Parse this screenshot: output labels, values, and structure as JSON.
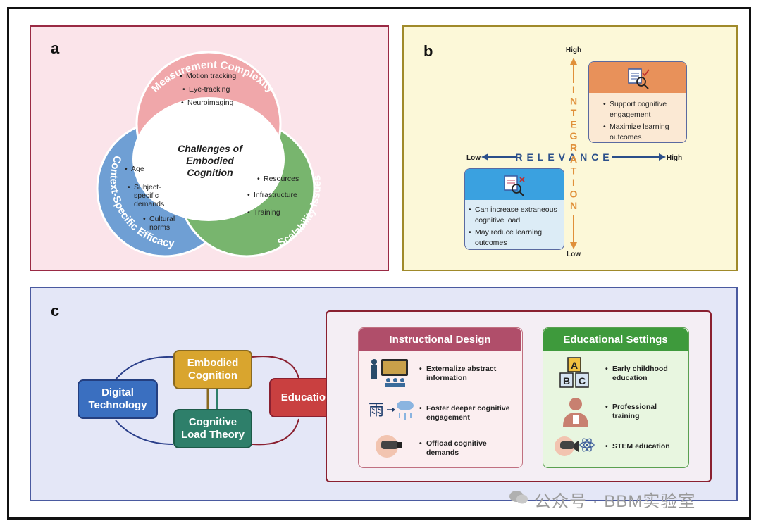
{
  "panel_a": {
    "label": "a",
    "center_title": "Challenges of Embodied Cognition",
    "center_lines": [
      "Challenges of",
      "Embodied",
      "Cognition"
    ],
    "top_circle": {
      "title": "Measurement Complexity",
      "items": [
        "Motion tracking",
        "Eye-tracking",
        "Neuroimaging"
      ],
      "color": "#f0a7aa"
    },
    "left_circle": {
      "title": "Context-Specific Efficacy",
      "items": [
        "Age",
        "Subject-specific demands",
        "Cultural norms"
      ],
      "lines": [
        "Subject-",
        "specific",
        "demands"
      ],
      "cultural_lines": [
        "Cultural",
        "norms"
      ],
      "color": "#6f9fd4"
    },
    "right_circle": {
      "title": "Scalability Issues",
      "items": [
        "Resources",
        "Infrastructure",
        "Training"
      ],
      "color": "#78b56e"
    }
  },
  "panel_b": {
    "label": "b",
    "y_axis": {
      "label": "INTEGRATION",
      "high": "High",
      "low": "Low"
    },
    "x_axis": {
      "label": "RELEVANCE",
      "high": "High",
      "low": "Low"
    },
    "high_box": {
      "items": [
        "Support cognitive engagement",
        "Maximize learning outcomes"
      ],
      "lines1": [
        "Support cognitive",
        "engagement"
      ],
      "lines2": [
        "Maximize learning",
        "outcomes"
      ],
      "color": "#e8915a"
    },
    "low_box": {
      "items": [
        "Can increase extraneous cognitive load",
        "May reduce learning outcomes"
      ],
      "lines1": [
        "Can increase extraneous",
        "cognitive load"
      ],
      "lines2": [
        "May reduce learning",
        "outcomes"
      ],
      "color": "#3aa1e0"
    }
  },
  "panel_c": {
    "label": "c",
    "nodes": {
      "digital": "Digital Technology",
      "digital_lines": [
        "Digital",
        "Technology"
      ],
      "embodied": "Embodied Cognition",
      "embodied_lines": [
        "Embodied",
        "Cognition"
      ],
      "cognitive": "Cognitive Load Theory",
      "cognitive_lines": [
        "Cognitive",
        "Load Theory"
      ],
      "education": "Education"
    },
    "instructional": {
      "title": "Instructional Design",
      "items": [
        {
          "lines": [
            "Externalize abstract",
            "information"
          ],
          "icon": "teacher-screen-icon"
        },
        {
          "lines": [
            "Foster deeper cognitive",
            "engagement"
          ],
          "icon": "rain-cloud-icon"
        },
        {
          "lines": [
            "Offload cognitive",
            "demands"
          ],
          "icon": "vr-headset-icon"
        }
      ]
    },
    "settings": {
      "title": "Educational Settings",
      "items": [
        {
          "lines": [
            "Early childhood",
            "education"
          ],
          "icon": "abc-blocks-icon"
        },
        {
          "lines": [
            "Professional",
            "training"
          ],
          "icon": "doctor-icon"
        },
        {
          "lines": [
            "STEM education"
          ],
          "icon": "vr-atom-icon"
        }
      ]
    }
  },
  "watermark": "公众号 · BBM实验室",
  "colors": {
    "digital": "#3a6fc0",
    "embodied": "#d9a52e",
    "cognitive": "#2e7f6a",
    "education": "#c94040",
    "instr_header": "#b04e6a",
    "settings_header": "#3e9a3c"
  }
}
